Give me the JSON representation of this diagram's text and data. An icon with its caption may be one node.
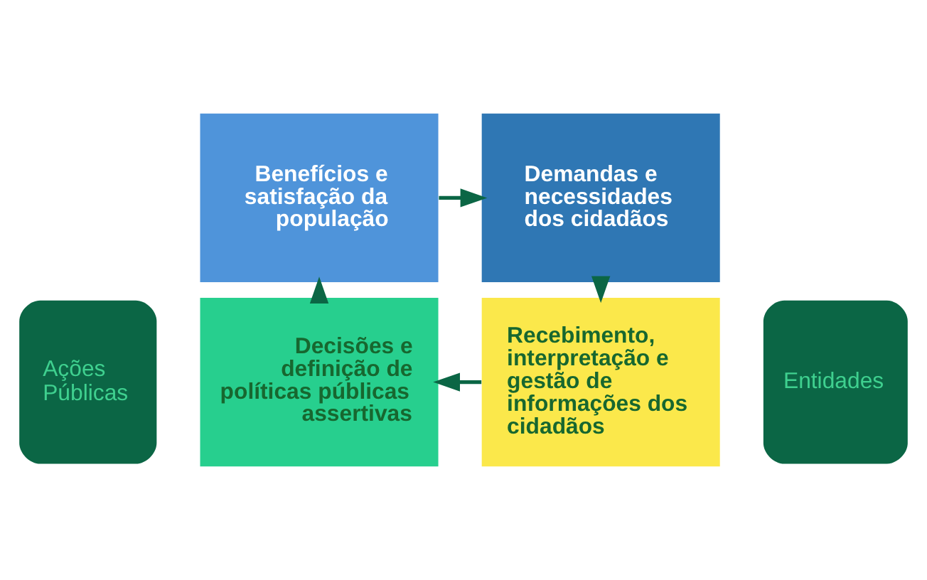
{
  "diagram": {
    "nodes": [
      {
        "text": [
          "Benefícios e satisfação da população"
        ]
      },
      {
        "text": [
          "Demandas e necessidades dos cidadãos"
        ]
      },
      {
        "text": [
          "Ações Públicas"
        ]
      },
      {
        "text": [
          "Entidades"
        ]
      },
      {
        "text": [
          "Decisões e definição de políticas públicas assertivas"
        ]
      },
      {
        "text": [
          "Recebimento, interpretação e gestão de informações dos cidadãos"
        ]
      }
    ],
    "edges": [
      {
        "from": 0,
        "to": 1,
        "arrow": "to"
      },
      {
        "from": 1,
        "to": 5,
        "arrow": "to"
      },
      {
        "from": 5,
        "to": 4,
        "arrow": "to"
      },
      {
        "from": 4,
        "to": 0,
        "arrow": "to"
      }
    ]
  }
}
